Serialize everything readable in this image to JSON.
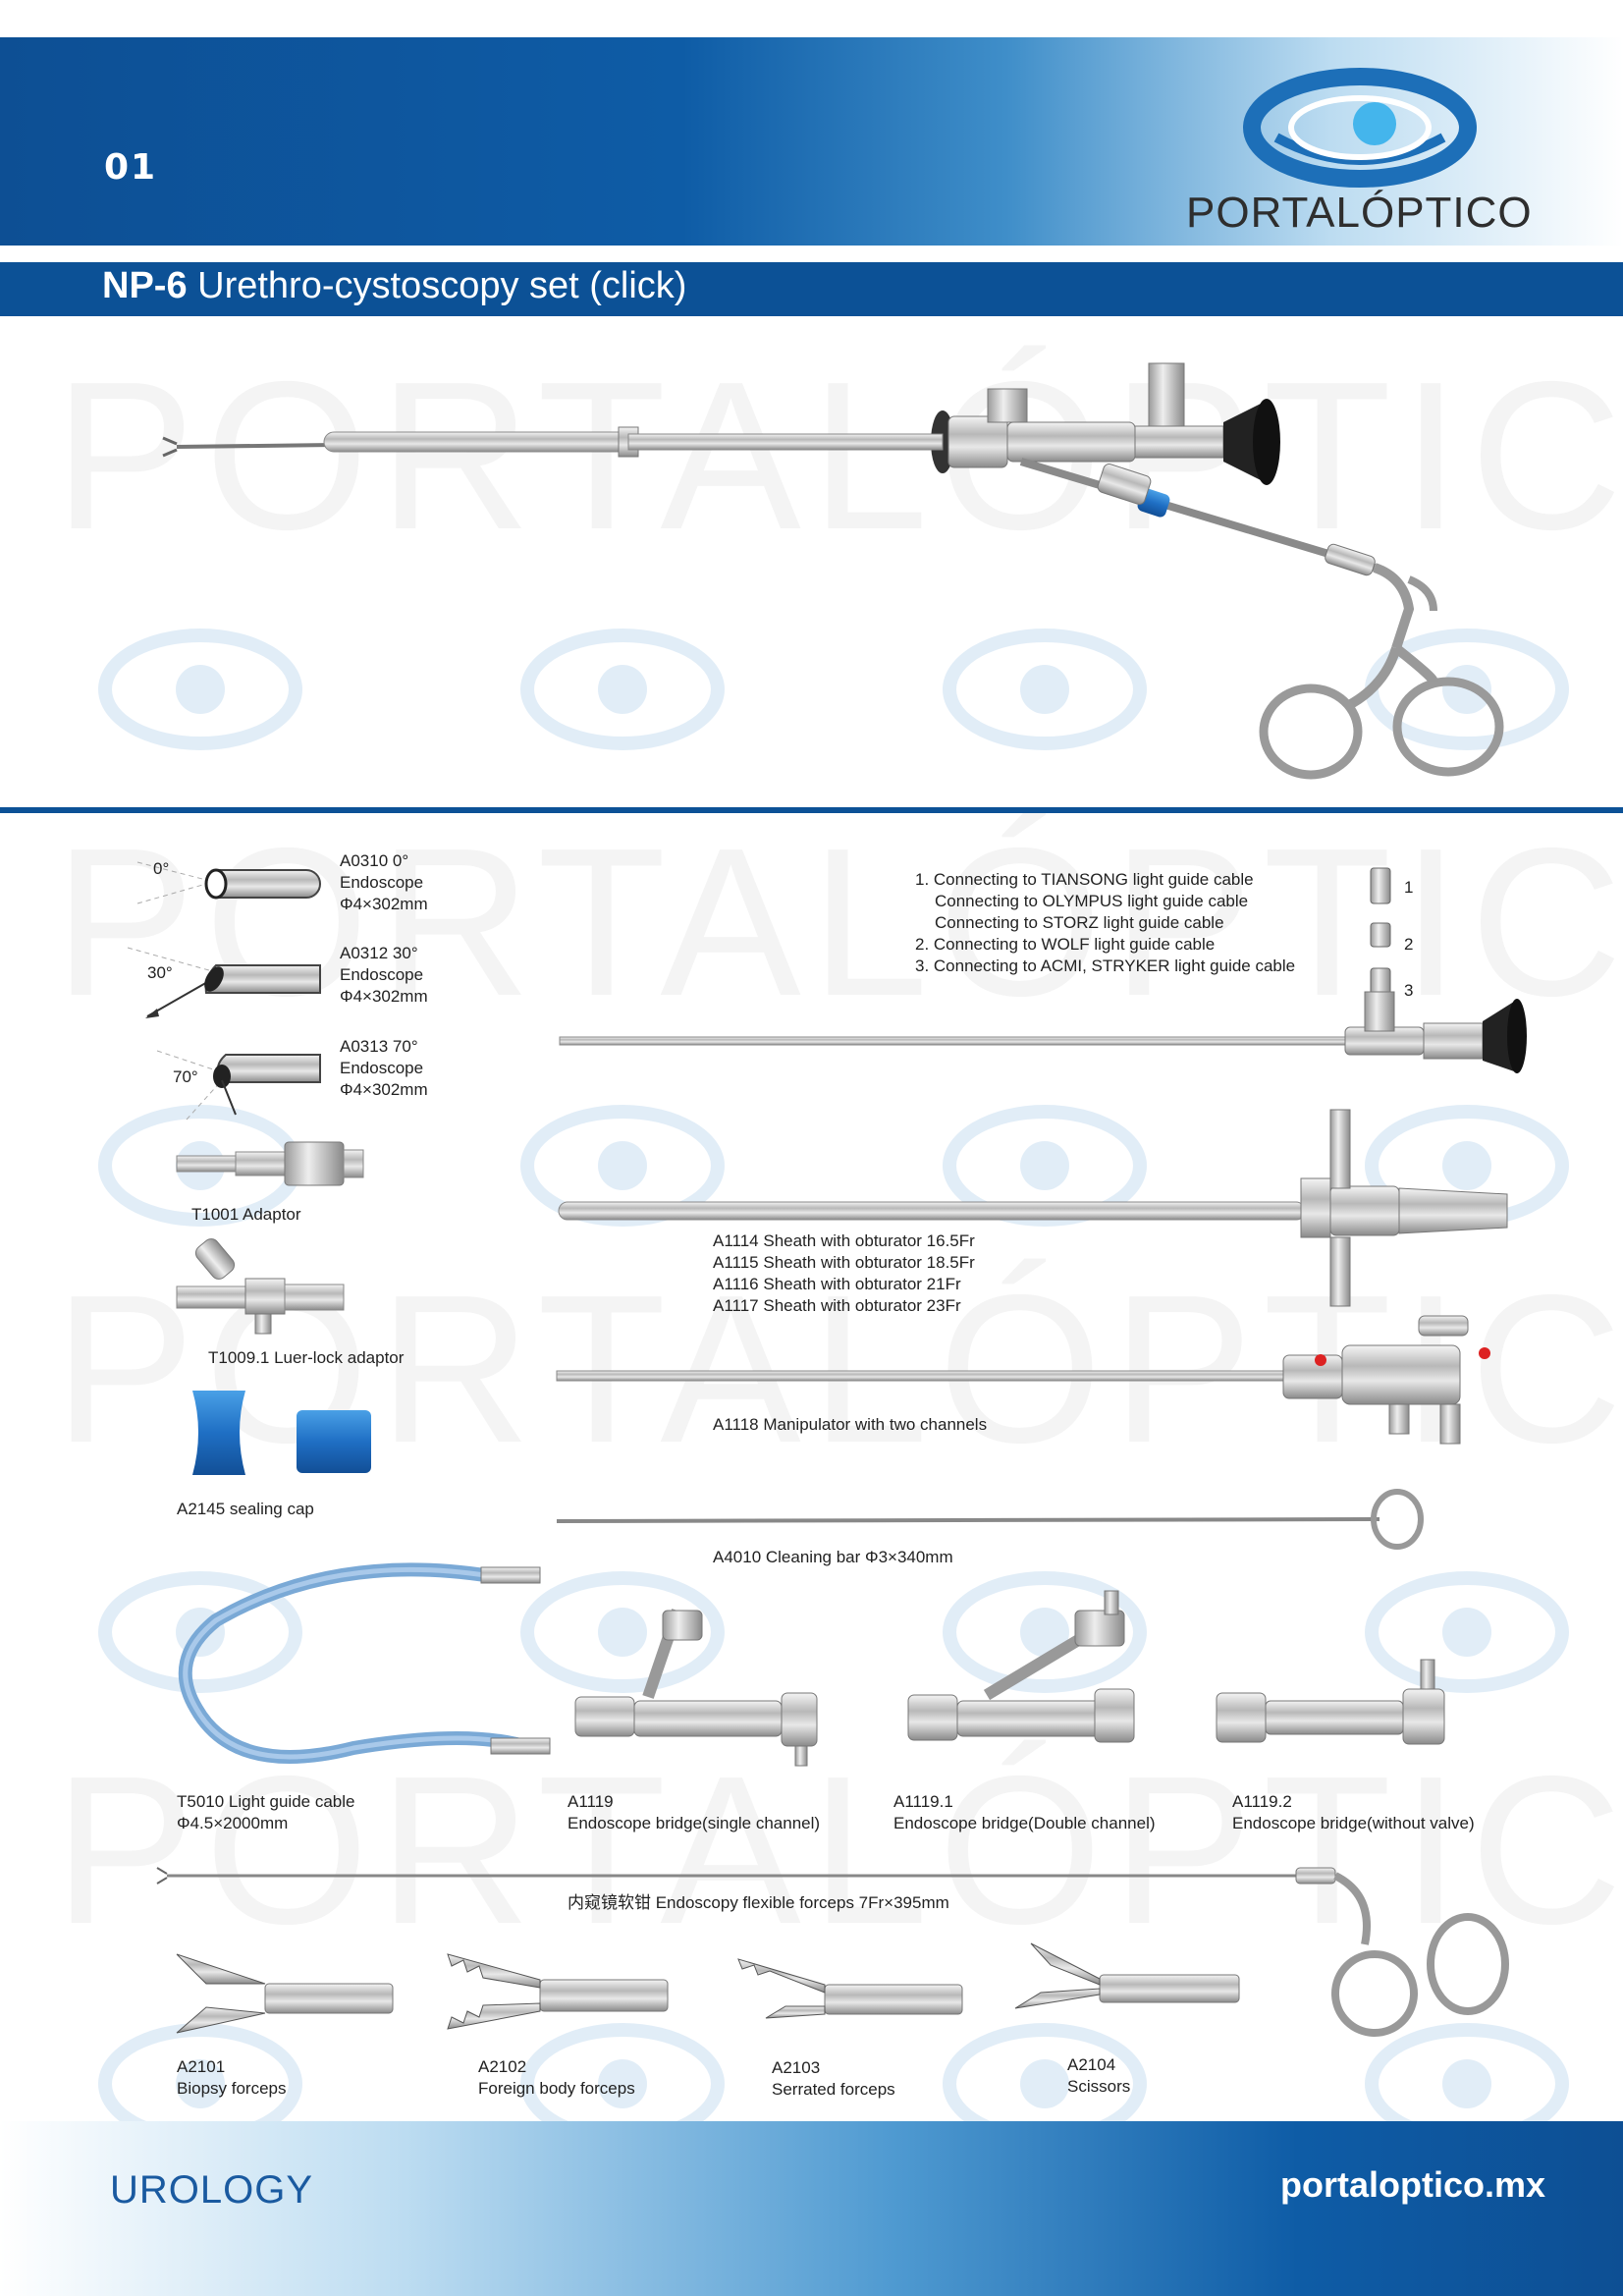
{
  "header": {
    "page_number": "01",
    "brand": "PORTALÓPTICO",
    "title_code": "NP-6",
    "title_text": " Urethro-cystoscopy set (click)"
  },
  "colors": {
    "brand_blue": "#0c5196",
    "logo_blue": "#1d6fb8",
    "logo_cyan": "#44b5ec"
  },
  "watermark": {
    "word": "PORTALÓPTICO"
  },
  "endoscopes": [
    {
      "code": "A0310",
      "angle": "0°",
      "name": "Endoscope",
      "size": "Φ4×302mm",
      "view_label": "0°"
    },
    {
      "code": "A0312",
      "angle": "30°",
      "name": "Endoscope",
      "size": "Φ4×302mm",
      "view_label": "30°"
    },
    {
      "code": "A0313",
      "angle": "70°",
      "name": "Endoscope",
      "size": "Φ4×302mm",
      "view_label": "70°"
    }
  ],
  "light_connections": {
    "lines": [
      "1. Connecting to TIANSONG light guide cable",
      "Connecting to OLYMPUS light guide cable",
      "Connecting to STORZ light guide cable",
      "2. Connecting to WOLF light guide cable",
      "3. Connecting to ACMI, STRYKER light guide cable"
    ],
    "adapter_numbers": [
      "1",
      "2",
      "3"
    ]
  },
  "adaptors": {
    "t1001": "T1001 Adaptor",
    "t1009": "T1009.1  Luer-lock adaptor",
    "a2145": "A2145 sealing cap"
  },
  "sheaths": [
    "A1114  Sheath with obturator  16.5Fr",
    "A1115  Sheath with obturator  18.5Fr",
    "A1116  Sheath with obturator  21Fr",
    "A1117  Sheath with obturator  23Fr"
  ],
  "manipulator": "A1118  Manipulator with two channels",
  "cleaning_bar": "A4010 Cleaning bar Φ3×340mm",
  "light_cable": {
    "code": "T5010 Light guide cable",
    "size": "Φ4.5×2000mm"
  },
  "bridges": [
    {
      "code": "A1119",
      "name": "Endoscope bridge(single channel)"
    },
    {
      "code": "A1119.1",
      "name": "Endoscope bridge(Double channel)"
    },
    {
      "code": "A1119.2",
      "name": "Endoscope bridge(without valve)"
    }
  ],
  "flexible_forceps": "内窥镜软钳 Endoscopy flexible forceps 7Fr×395mm",
  "forceps_tips": [
    {
      "code": "A2101",
      "name": "Biopsy forceps"
    },
    {
      "code": "A2102",
      "name": "Foreign body forceps"
    },
    {
      "code": "A2103",
      "name": "Serrated forceps"
    },
    {
      "code": "A2104",
      "name": "Scissors"
    }
  ],
  "footer": {
    "left": "UROLOGY",
    "right": "portaloptico.mx"
  }
}
